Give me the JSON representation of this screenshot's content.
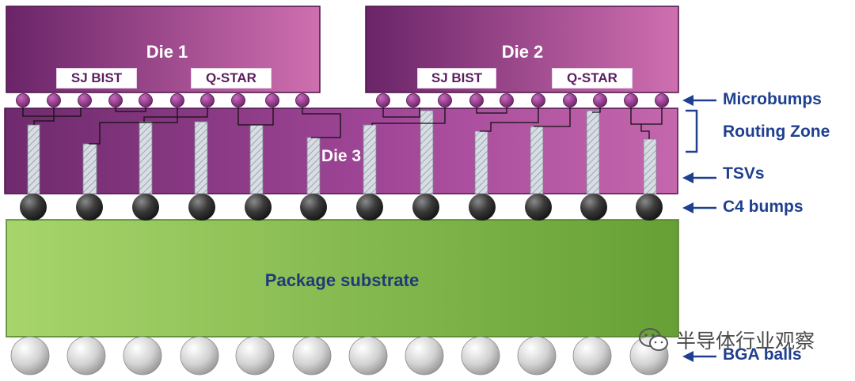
{
  "dies": {
    "die1": "Die 1",
    "die2": "Die 2",
    "die3": "Die 3"
  },
  "blocks": {
    "die1_bist": "SJ BIST",
    "die1_qstar": "Q-STAR",
    "die2_bist": "SJ BIST",
    "die2_qstar": "Q-STAR"
  },
  "callouts": {
    "microbumps": "Microbumps",
    "routing_zone": "Routing Zone",
    "tsvs": "TSVs",
    "c4_bumps": "C4 bumps",
    "bga_balls": "BGA balls"
  },
  "substrate": "Package substrate",
  "watermark": "半导体行业观察",
  "colors": {
    "die_dark": "#6a2468",
    "die_light": "#cf6fb0",
    "microbump": "#8e2a86",
    "substrate_light": "#9fd163",
    "substrate_dark": "#6aa23a",
    "callout_text": "#1f3f8f",
    "substrate_text": "#203a78"
  },
  "icons": [
    "arrow-left-icon",
    "bracket-icon",
    "wechat-icon"
  ]
}
